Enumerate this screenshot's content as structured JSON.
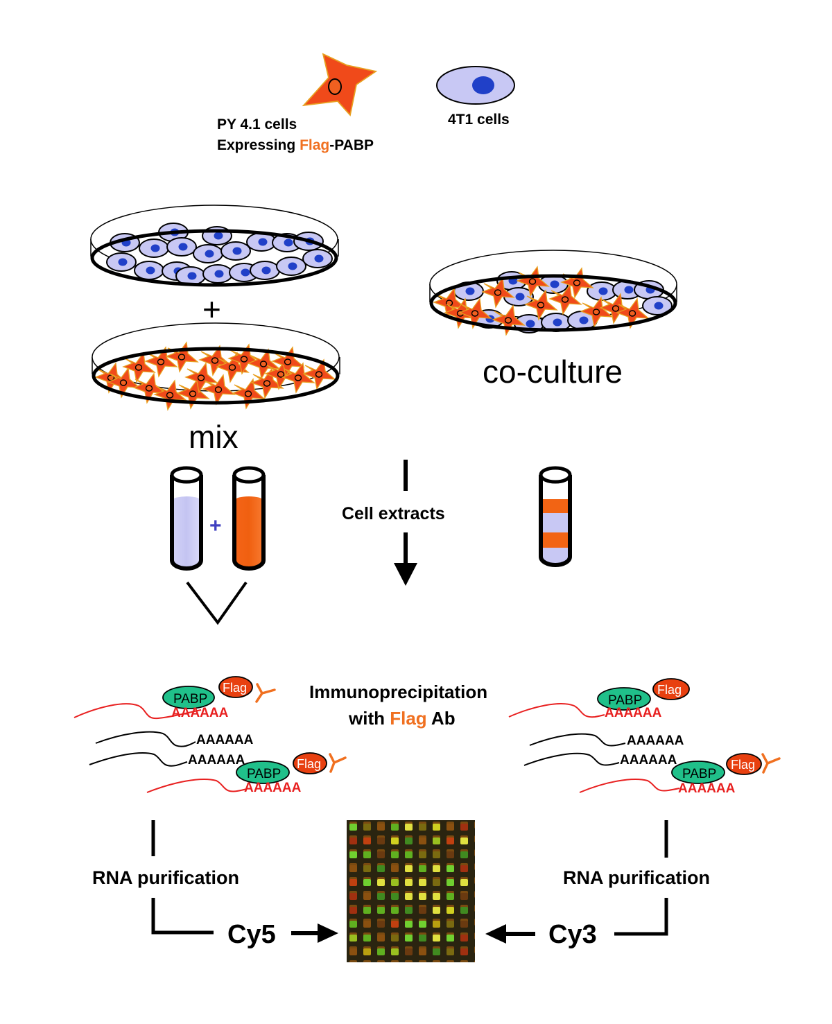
{
  "legend": {
    "py_cells_line1": "PY 4.1 cells",
    "py_cells_line2_pre": "Expressing ",
    "py_cells_line2_flag": "Flag",
    "py_cells_line2_post": "-PABP",
    "t41_cells": "4T1 cells"
  },
  "labels": {
    "plus": "+",
    "mix": "mix",
    "coculture": "co-culture",
    "cell_extracts": "Cell extracts",
    "ip_line1": "Immunoprecipitation",
    "ip_line2_pre": "with ",
    "ip_line2_flag": "Flag",
    "ip_line2_post": " Ab",
    "rna_purification_left": "RNA purification",
    "rna_purification_right": "RNA purification",
    "cy5": "Cy5",
    "cy3": "Cy3"
  },
  "molecules": {
    "pabp": "PABP",
    "flag": "Flag",
    "polya": "AAAAAA"
  },
  "colors": {
    "flag_orange": "#f07020",
    "polya_red": "#e82020",
    "pabp_teal": "#20c08a",
    "cell_lavender": "#c8c8f4",
    "nucleus_blue": "#2040c8",
    "star_red": "#f04a1a",
    "tube_orange": "#f26414"
  }
}
